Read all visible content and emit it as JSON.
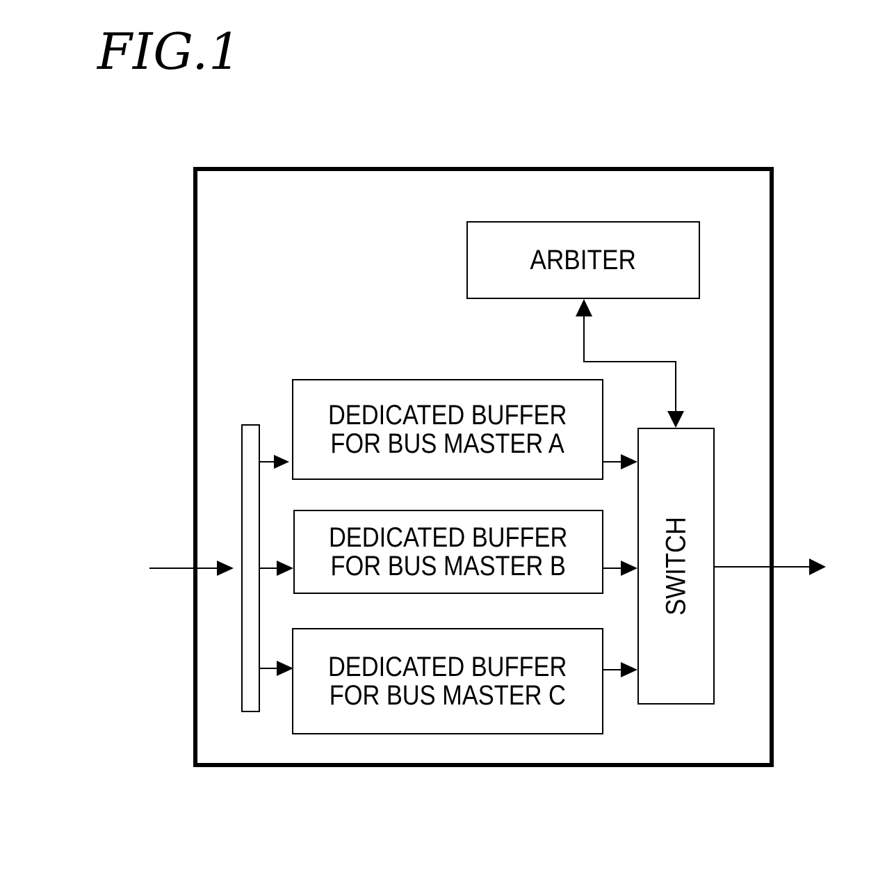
{
  "figure": {
    "title": "FIG.1",
    "arbiter": {
      "label": "ARBITER"
    },
    "switch": {
      "label": "SWITCH"
    },
    "buffers": [
      {
        "line1": "DEDICATED BUFFER",
        "line2": "FOR BUS MASTER A"
      },
      {
        "line1": "DEDICATED BUFFER",
        "line2": "FOR BUS MASTER B"
      },
      {
        "line1": "DEDICATED BUFFER",
        "line2": "FOR BUS MASTER C"
      }
    ]
  }
}
